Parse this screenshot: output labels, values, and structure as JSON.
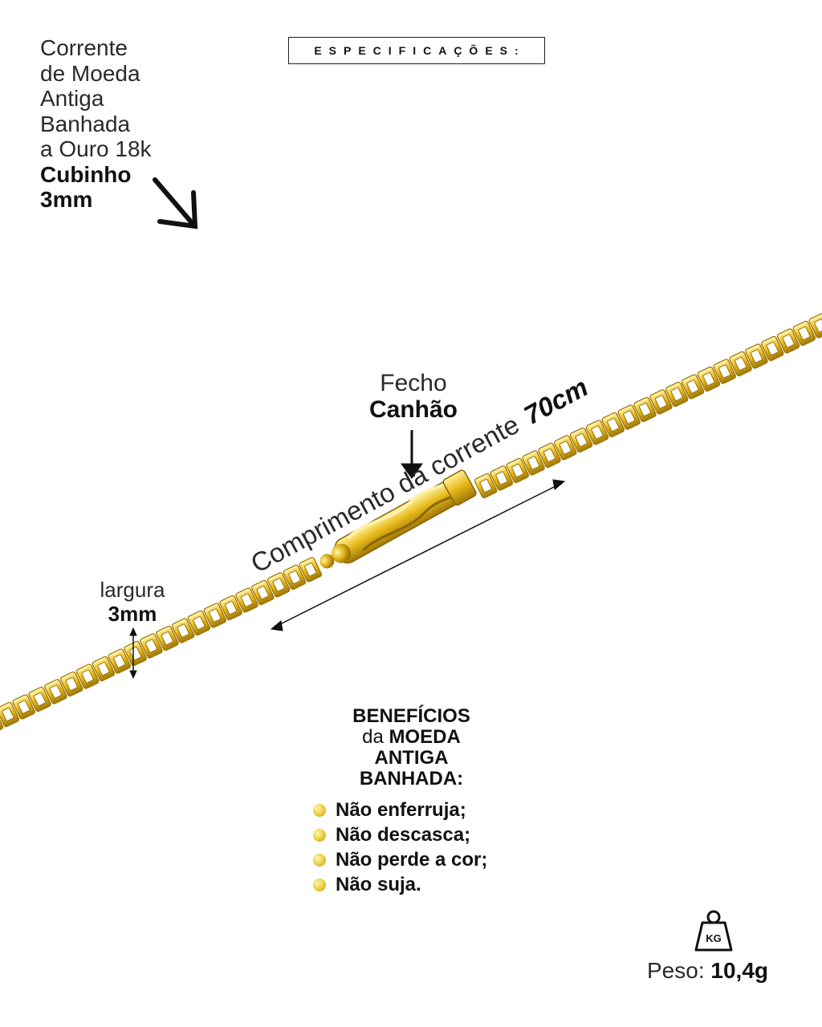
{
  "title": {
    "lines": [
      "Corrente",
      "de Moeda",
      "Antiga",
      "Banhada",
      "a Ouro 18k"
    ],
    "bold_lines": [
      "Cubinho",
      "3mm"
    ]
  },
  "specs_label": "ESPECIFICAÇÕES:",
  "clasp": {
    "line1": "Fecho",
    "line2": "Canhão"
  },
  "width": {
    "line1": "largura",
    "value": "3mm"
  },
  "length": {
    "text": "Comprimento da corrente",
    "value": "70cm"
  },
  "benefits": {
    "title_line1": "BENEFÍCIOS",
    "title_line2_light": "da",
    "title_line2_bold": "MOEDA",
    "title_line3": "ANTIGA",
    "title_line4": "BANHADA:",
    "items": [
      "Não enferruja;",
      "Não descasca;",
      "Não perde a cor;",
      "Não suja."
    ]
  },
  "weight": {
    "label": "Peso:",
    "value": "10,4g",
    "icon_text": "KG"
  },
  "colors": {
    "gold": "#e2b414",
    "gold_dark": "#9c7408",
    "text": "#1c1c1c"
  },
  "icons": {
    "diagonal_arrow": "arrow-down-right-icon",
    "clasp_arrow": "arrow-down-icon",
    "width_arrow": "double-arrow-vertical-icon",
    "length_arrow": "double-arrow-diagonal-icon",
    "weight": "weight-kg-icon",
    "bullet": "gold-dot-icon"
  }
}
